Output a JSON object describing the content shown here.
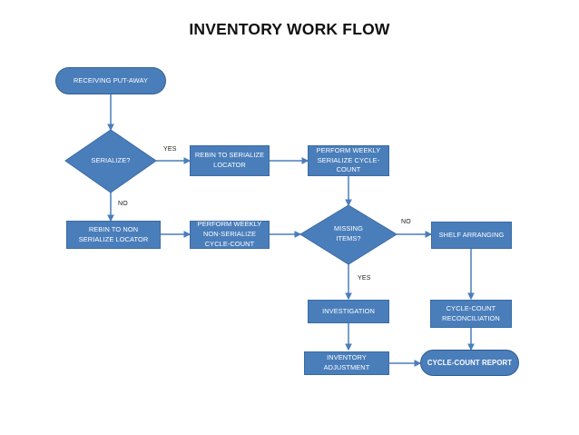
{
  "diagram": {
    "title": "INVENTORY WORK FLOW",
    "type": "flowchart",
    "colors": {
      "node_fill": "#4a7ebb",
      "node_border": "#3b6ba5",
      "connector": "#4a7ebb",
      "node_text": "#ffffff",
      "label_text": "#1a1a1a",
      "background": "#ffffff"
    },
    "nodes": [
      {
        "id": "receiving",
        "shape": "terminator",
        "label": "RECEIVING PUT-AWAY"
      },
      {
        "id": "serialize",
        "shape": "decision",
        "label": "SERIALIZE?"
      },
      {
        "id": "rebin_ser",
        "shape": "process",
        "label": "REBIN TO SERIALIZE LOCATOR"
      },
      {
        "id": "weekly_ser",
        "shape": "process",
        "label": "PERFORM WEEKLY SERIALIZE CYCLE-COUNT"
      },
      {
        "id": "rebin_nonser",
        "shape": "process",
        "label": "REBIN TO NON SERIALIZE LOCATOR"
      },
      {
        "id": "weekly_nonser",
        "shape": "process",
        "label": "PERFORM WEEKLY NON-SERIALIZE CYCLE-COUNT"
      },
      {
        "id": "missing",
        "shape": "decision",
        "label_line1": "MISSING",
        "label_line2": "ITEMS?"
      },
      {
        "id": "shelf",
        "shape": "process",
        "label": "SHELF ARRANGING"
      },
      {
        "id": "investigation",
        "shape": "process",
        "label": "INVESTIGATION"
      },
      {
        "id": "reconciliation",
        "shape": "process",
        "label": "CYCLE-COUNT RECONCILIATION"
      },
      {
        "id": "adjustment",
        "shape": "process",
        "label": "INVENTORY ADJUSTMENT"
      },
      {
        "id": "report",
        "shape": "terminator",
        "label": "CYCLE-COUNT REPORT"
      }
    ],
    "edge_labels": {
      "serialize_yes": "YES",
      "serialize_no": "NO",
      "missing_no": "NO",
      "missing_yes": "YES"
    }
  }
}
